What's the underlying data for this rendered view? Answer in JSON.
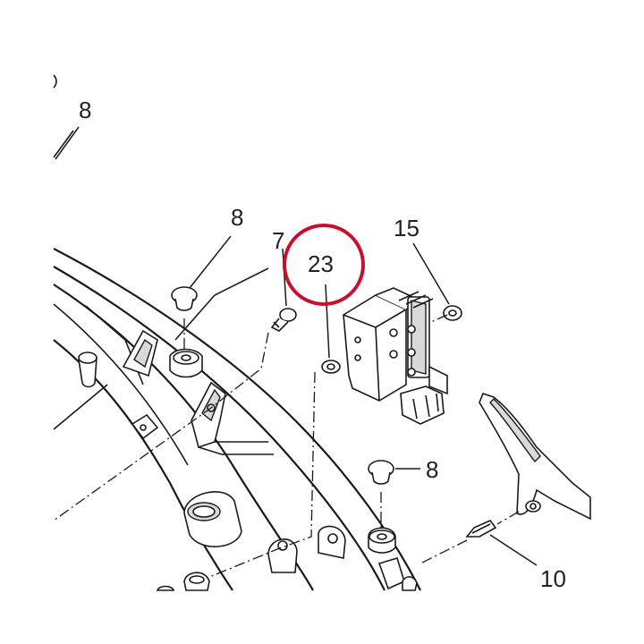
{
  "diagram": {
    "callouts": {
      "c8_top": "8",
      "c8_mid": "8",
      "c7": "7",
      "c23": "23",
      "c15": "15",
      "c8_bottom": "8",
      "c10": "10"
    },
    "highlight_color": "#c8102e",
    "line_color": "#1a1a1a"
  }
}
